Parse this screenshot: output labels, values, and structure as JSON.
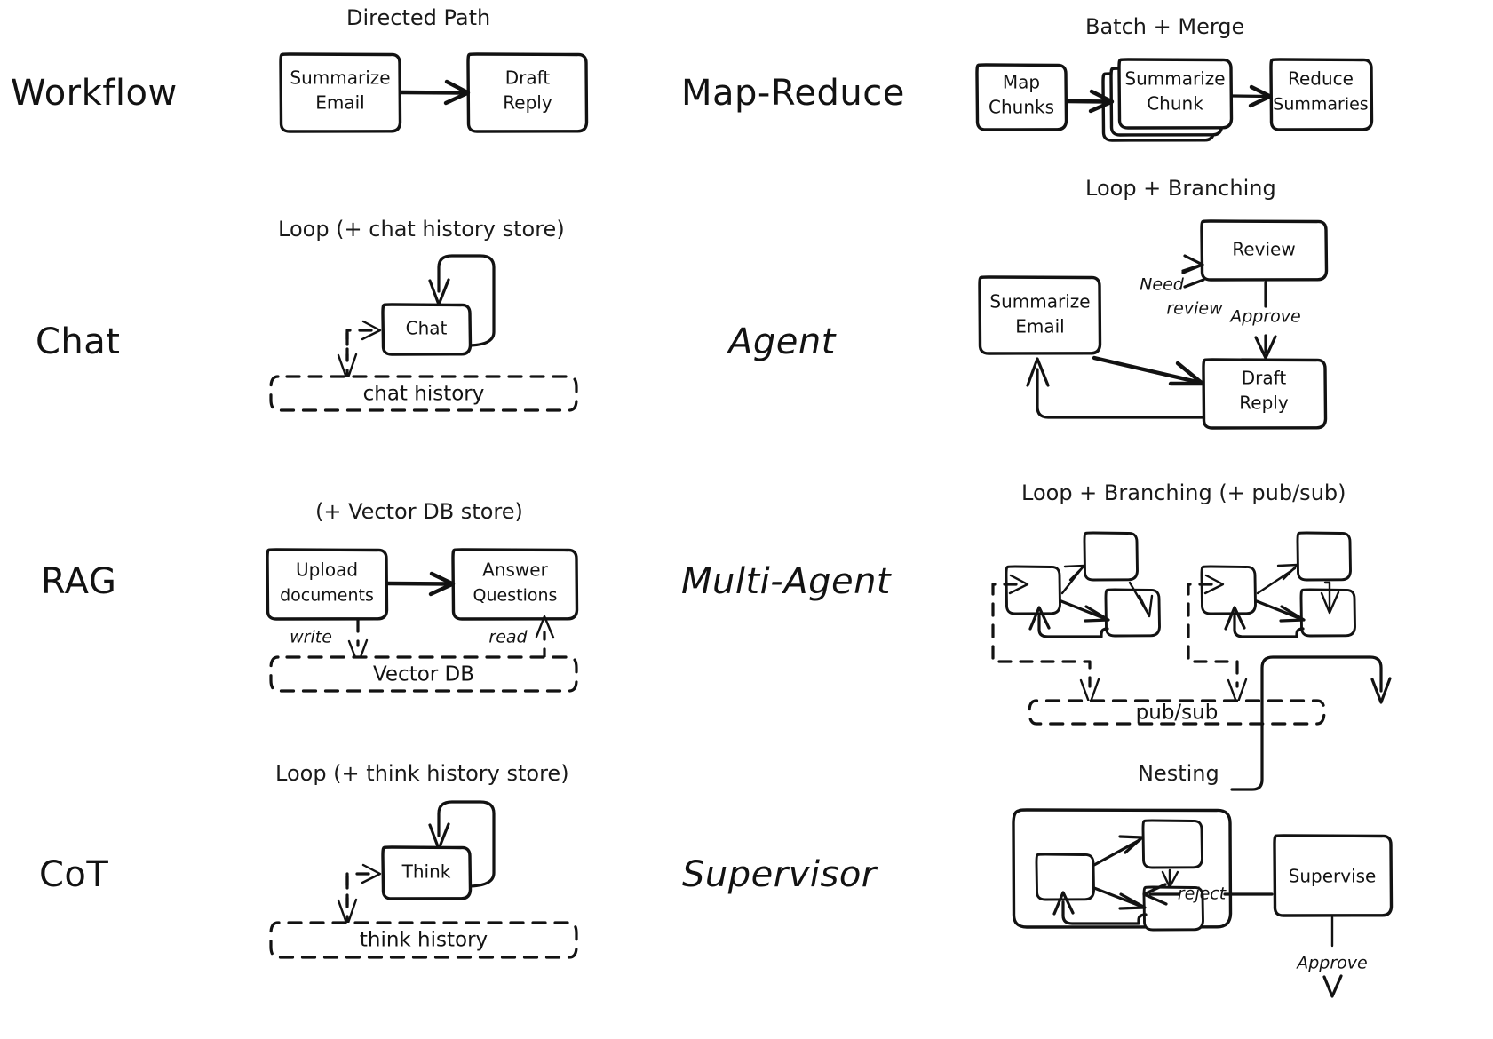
{
  "diagram": {
    "title": "Agentic patterns: Workflow, Chat, RAG, CoT, Map-Reduce, Agent, Multi-Agent, Supervisor",
    "background": "#ffffff",
    "ink": "#121212"
  },
  "rows": [
    {
      "label": "Workflow",
      "caption": "Directed Path",
      "nodes": [
        "Summarize Email",
        "Draft Reply"
      ],
      "stores": [],
      "edge_labels": []
    },
    {
      "label": "Map-Reduce",
      "caption": "Batch + Merge",
      "nodes": [
        "Map Chunks",
        "Summarize Chunk",
        "Reduce Summaries"
      ],
      "stores": [],
      "edge_labels": []
    },
    {
      "label": "Chat",
      "caption": "Loop (+ chat history store)",
      "nodes": [
        "Chat"
      ],
      "stores": [
        "chat history"
      ],
      "edge_labels": []
    },
    {
      "label": "Agent",
      "caption": "Loop + Branching",
      "nodes": [
        "Summarize Email",
        "Review",
        "Draft Reply"
      ],
      "stores": [],
      "edge_labels": [
        "Need review",
        "Approve"
      ]
    },
    {
      "label": "RAG",
      "caption": "(+ Vector DB store)",
      "nodes": [
        "Upload documents",
        "Answer Questions"
      ],
      "stores": [
        "Vector DB"
      ],
      "edge_labels": [
        "write",
        "read"
      ]
    },
    {
      "label": "Multi-Agent",
      "caption": "Loop + Branching (+ pub/sub)",
      "nodes": [],
      "stores": [
        "pub/sub"
      ],
      "edge_labels": []
    },
    {
      "label": "CoT",
      "caption": "Loop (+ think history store)",
      "nodes": [
        "Think"
      ],
      "stores": [
        "think history"
      ],
      "edge_labels": []
    },
    {
      "label": "Supervisor",
      "caption": "Nesting",
      "nodes": [
        "Supervise"
      ],
      "stores": [],
      "edge_labels": [
        "reject",
        "Approve"
      ]
    }
  ],
  "labels": {
    "workflow": "Workflow",
    "map_reduce": "Map-Reduce",
    "chat": "Chat",
    "agent": "Agent",
    "rag": "RAG",
    "multi_agent": "Multi-Agent",
    "cot": "CoT",
    "supervisor": "Supervisor"
  },
  "captions": {
    "directed_path": "Directed Path",
    "batch_merge": "Batch + Merge",
    "loop_chat_store": "Loop (+ chat history store)",
    "loop_branching": "Loop + Branching",
    "vector_db_store": "(+ Vector DB store)",
    "loop_branching_pubsub": "Loop + Branching (+ pub/sub)",
    "loop_think_store": "Loop (+ think history store)",
    "nesting": "Nesting"
  },
  "nodes": {
    "summarize_email_1": "Summarize",
    "summarize_email_2": "Email",
    "draft_reply_1": "Draft",
    "draft_reply_2": "Reply",
    "map_chunks_1": "Map",
    "map_chunks_2": "Chunks",
    "summarize_chunk_1": "Summarize",
    "summarize_chunk_2": "Chunk",
    "reduce_summaries_1": "Reduce",
    "reduce_summaries_2": "Summaries",
    "chat": "Chat",
    "review": "Review",
    "agent_summarize_1": "Summarize",
    "agent_summarize_2": "Email",
    "agent_draft_1": "Draft",
    "agent_draft_2": "Reply",
    "upload_1": "Upload",
    "upload_2": "documents",
    "answer_1": "Answer",
    "answer_2": "Questions",
    "think": "Think",
    "supervise": "Supervise"
  },
  "stores": {
    "chat_history": "chat history",
    "vector_db": "Vector DB",
    "think_history": "think history",
    "pub_sub": "pub/sub"
  },
  "edges": {
    "need_review_1": "Need",
    "need_review_2": "review",
    "approve_agent": "Approve",
    "write": "write",
    "read": "read",
    "reject": "reject",
    "approve_sup": "Approve"
  }
}
